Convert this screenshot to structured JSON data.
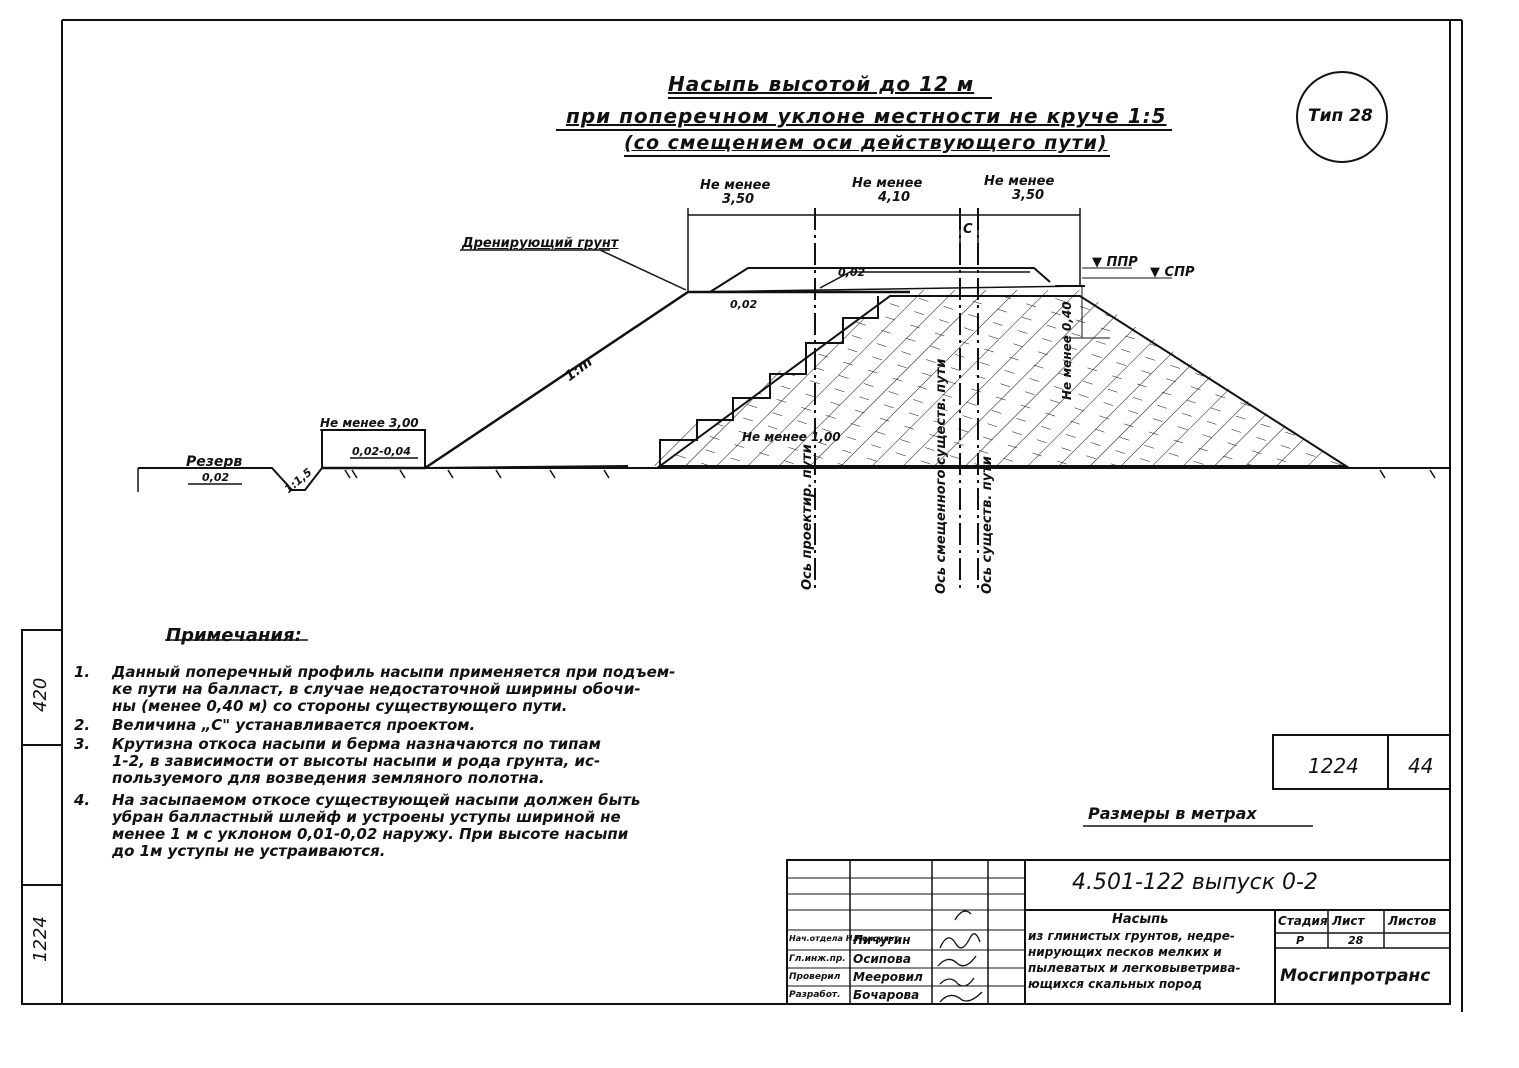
{
  "title": {
    "line1": "Насыпь высотой до 12 м",
    "line2": "при поперечном уклоне местности не круче 1:5",
    "line3": "(со смещением оси действующего пути)"
  },
  "type_badge": "Тип 28",
  "dimensions": {
    "left": "Не менее",
    "left_val": "3,50",
    "mid": "Не менее",
    "mid_val": "4,10",
    "right": "Не менее",
    "right_val": "3,50",
    "c": "С",
    "ppr": "▼ ППР",
    "spr": "▼ СПР"
  },
  "labels": {
    "drain": "Дренирующий грунт",
    "slope_m": "1:m",
    "slope_001": "0,02",
    "slope_002": "0,02",
    "berm_min": "Не менее 3,00",
    "berm_slope": "0,02-0,04",
    "reserve": "Резерв",
    "reserve_slope": "0,02",
    "slope_15": "1:1,5",
    "step_min": "Не менее 1,00",
    "right_min": "Не менее 0,40",
    "axis_design": "Ось проектир. пути",
    "axis_shift": "Ось смещенного существ. пути",
    "axis_exist": "Ось существ. пути"
  },
  "notes": {
    "heading": "Примечания:",
    "items": [
      {
        "n": "1.",
        "lines": [
          "Данный поперечный профиль насыпи применяется при подъем-",
          "ке пути на балласт, в случае недостаточной ширины обочи-",
          "ны (менее 0,40 м) со стороны существующего пути."
        ]
      },
      {
        "n": "2.",
        "lines": [
          "Величина „С\" устанавливается проектом."
        ]
      },
      {
        "n": "3.",
        "lines": [
          "Крутизна откоса насыпи и берма назначаются по типам",
          "1-2, в зависимости от высоты насыпи и рода грунта, ис-",
          "пользуемого для возведения земляного полотна."
        ]
      },
      {
        "n": "4.",
        "lines": [
          "На засыпаемом откосе существующей насыпи должен быть",
          "убран балластный шлейф и устроены уступы шириной не",
          "менее 1 м с уклоном 0,01-0,02 наружу. При высоте насыпи",
          "до 1м уступы не устраиваются."
        ]
      }
    ]
  },
  "sizes_note": "Размеры в метрах",
  "sheet_box": {
    "left": "1224",
    "right": "44"
  },
  "side_stamp": {
    "top": "420",
    "bottom": "1224"
  },
  "stamp": {
    "doc_code": "4.501-122 выпуск 0-2",
    "title_lines": [
      "Насыпь",
      "из глинистых грунтов, недре-",
      "нирующих песков мелких и",
      "пылеватых и легковыветрива-",
      "ющихся скальных пород"
    ],
    "stage_hdr": "Стадия",
    "sheet_hdr": "Лист",
    "sheets_hdr": "Листов",
    "stage": "Р",
    "sheet": "28",
    "org": "Мосгипротранс",
    "roles": [
      "Нач.отдела Н.Консульт",
      "Гл.инж.пр.",
      "Проверил",
      "Разработ."
    ],
    "names": [
      "Пичугин",
      "Осипова",
      "Мееровил",
      "Бочарова"
    ]
  }
}
